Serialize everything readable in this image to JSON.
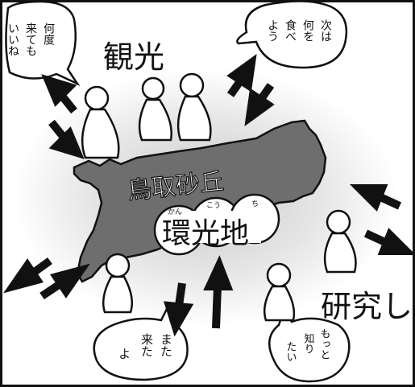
{
  "labels": {
    "kanko": "観光",
    "tottori_sakyu": "鳥取砂丘",
    "kankyo_text": "環光地",
    "kankyo_reading_1": "かん",
    "kankyo_reading_2": "こう",
    "kankyo_reading_3": "ち",
    "kenkyu": "研究し"
  },
  "bubbles": {
    "top_left": [
      "何",
      "度",
      "来",
      "て",
      "も",
      "い",
      "い",
      "ね"
    ],
    "top_left_lines": [
      "何度",
      "来ても",
      "いいね"
    ],
    "top_right_lines": [
      "次は",
      "何を",
      "食べ",
      "よう"
    ],
    "bottom_center_lines": [
      "また",
      "来た",
      "よ"
    ],
    "bottom_right_lines": [
      "もっと",
      "知り",
      "たい"
    ]
  },
  "colors": {
    "ink": "#111111",
    "dune_gray": "#6e6e6e",
    "halo_gray": "#dcdcdc",
    "paper": "#ffffff"
  }
}
